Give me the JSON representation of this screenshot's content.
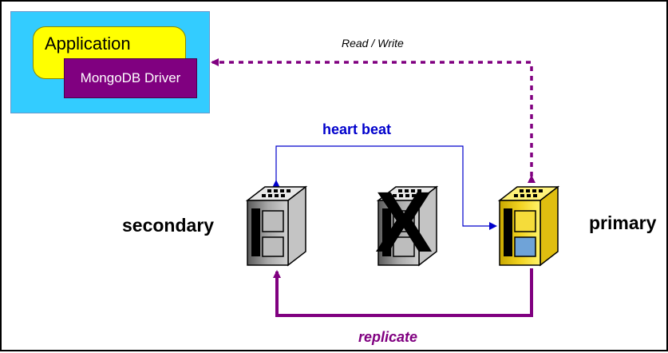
{
  "application": {
    "title": "Application",
    "driver_label": "MongoDB Driver"
  },
  "connections": {
    "read_write": "Read / Write",
    "heart_beat": "heart beat",
    "replicate": "replicate"
  },
  "nodes": {
    "secondary": "secondary",
    "primary": "primary",
    "failed_marker": "X"
  },
  "colors": {
    "application_background": "#33ccff",
    "application_label_background": "#ffff00",
    "driver_background": "#800080",
    "heart_beat_line": "#0000cc",
    "replicate_line": "#800080",
    "read_write_line": "#800080",
    "primary_server": "#f2d321",
    "secondary_server": "#8c8c8c"
  },
  "icons": {
    "primary_server": "server-tower-icon",
    "secondary_server": "server-tower-icon",
    "failed_server": "server-tower-icon"
  }
}
